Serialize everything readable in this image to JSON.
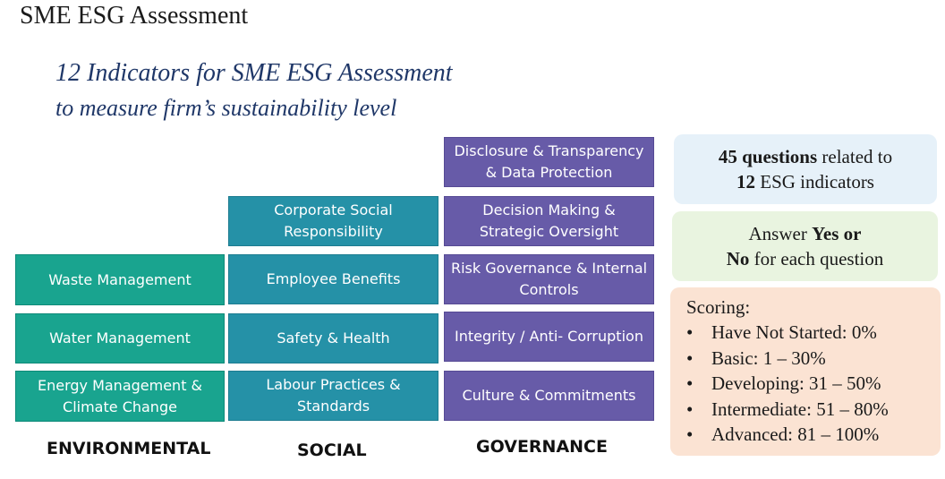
{
  "title": "SME ESG Assessment",
  "subtitle_line1": "12 Indicators for SME ESG Assessment",
  "subtitle_line2": "to measure firm’s sustainability level",
  "colors": {
    "environmental": "#19a48f",
    "social": "#2591a7",
    "governance": "#675ba8"
  },
  "columns": {
    "environmental": {
      "label": "ENVIRONMENTAL",
      "items": [
        "Waste Management",
        "Water Management",
        "Energy Management & Climate Change"
      ]
    },
    "social": {
      "label": "SOCIAL",
      "items": [
        "Corporate Social Responsibility",
        "Employee Benefits",
        "Safety & Health",
        "Labour Practices & Standards"
      ]
    },
    "governance": {
      "label": "GOVERNANCE",
      "items": [
        "Disclosure & Transparency & Data Protection",
        "Decision Making & Strategic Oversight",
        "Risk Governance & Internal Controls",
        "Integrity / Anti- Corruption",
        "Culture & Commitments"
      ]
    }
  },
  "info_questions": {
    "count": "45 questions",
    "rest1": " related to",
    "line2_num": "12",
    "line2_rest": " ESG  indicators"
  },
  "info_answer": {
    "pre": "Answer ",
    "yes_or": "Yes or",
    "no": "No",
    "post": " for each question"
  },
  "scoring": {
    "heading": "Scoring:",
    "bullet": "•",
    "levels": [
      "Have Not Started:  0%",
      "Basic: 1 – 30%",
      "Developing: 31 – 50%",
      "Intermediate: 51 – 80%",
      "Advanced: 81 – 100%"
    ]
  }
}
